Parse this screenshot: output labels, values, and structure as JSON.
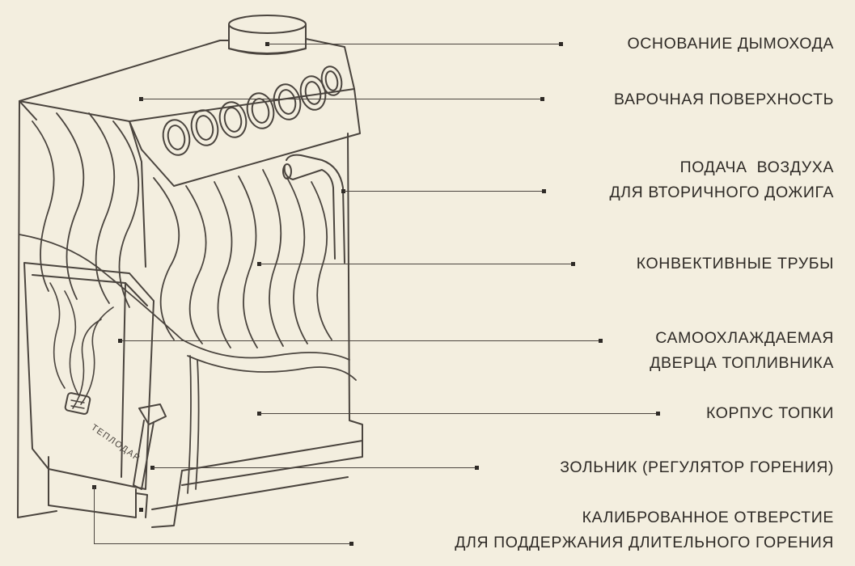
{
  "labels": {
    "chimney_base": "ОСНОВАНИЕ ДЫМОХОДА",
    "cooking_surface": "ВАРОЧНАЯ ПОВЕРХНОСТЬ",
    "secondary_air_line1": "ПОДАЧА  ВОЗДУХА",
    "secondary_air_line2": "ДЛЯ ВТОРИЧНОГО ДОЖИГА",
    "convection_pipes": "КОНВЕКТИВНЫЕ ТРУБЫ",
    "door_line1": "САМООХЛАЖДАЕМАЯ",
    "door_line2": "ДВЕРЦА ТОПЛИВНИКА",
    "firebox_body": "КОРПУС ТОПКИ",
    "ash_pan": "ЗОЛЬНИК (РЕГУЛЯТОР ГОРЕНИЯ)",
    "calibrated_hole_line1": "КАЛИБРОВАННОЕ ОТВЕРСТИЕ",
    "calibrated_hole_line2": "ДЛЯ ПОДДЕРЖАНИЯ ДЛИТЕЛЬНОГО ГОРЕНИЯ"
  },
  "brand": "ТЕПЛОДАР",
  "colors": {
    "background": "#f3eedf",
    "line": "#4a443e",
    "text": "#2e2a26"
  }
}
